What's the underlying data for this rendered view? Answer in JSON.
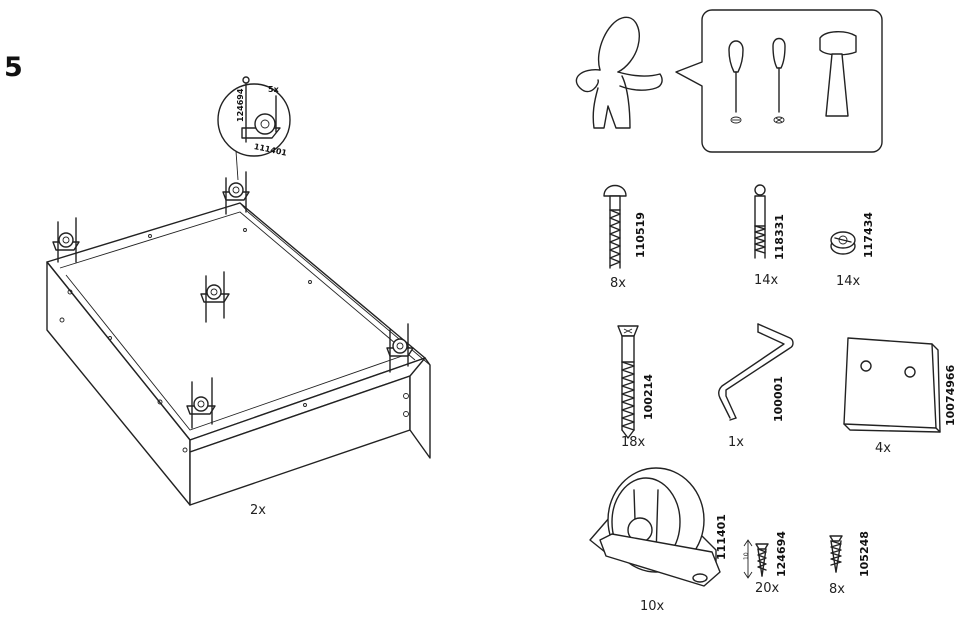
{
  "step": {
    "number": "5"
  },
  "assembly": {
    "quantity": "2x",
    "callout": {
      "screw_part": "124694",
      "wheel_part": "111401",
      "screw_count": "5x"
    }
  },
  "tools": [
    "flat-screwdriver",
    "phillips-screwdriver",
    "hammer"
  ],
  "parts": [
    {
      "id": "110519",
      "qty": "8x"
    },
    {
      "id": "118331",
      "qty": "14x"
    },
    {
      "id": "117434",
      "qty": "14x"
    },
    {
      "id": "100214",
      "qty": "18x"
    },
    {
      "id": "100001",
      "qty": "1x"
    },
    {
      "id": "10074966",
      "qty": "4x"
    },
    {
      "id": "111401",
      "qty": "10x"
    },
    {
      "id": "124694",
      "qty": "20x",
      "dimension": "10"
    },
    {
      "id": "105248",
      "qty": "8x"
    }
  ]
}
